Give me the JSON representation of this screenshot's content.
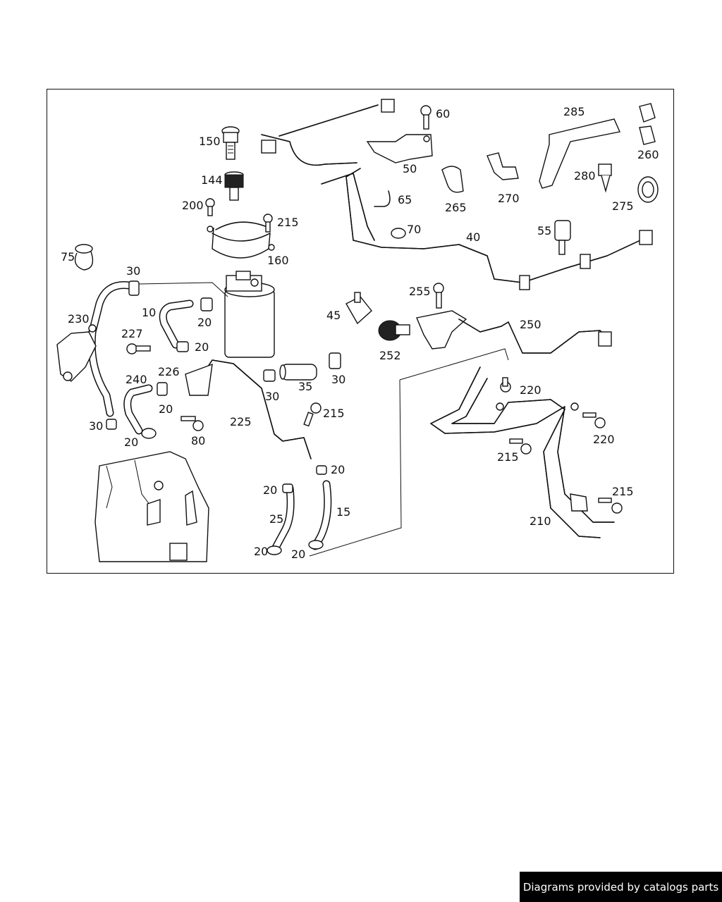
{
  "diagram": {
    "labels": [
      {
        "id": "l150",
        "text": "150"
      },
      {
        "id": "l144",
        "text": "144"
      },
      {
        "id": "l200",
        "text": "200"
      },
      {
        "id": "l215a",
        "text": "215"
      },
      {
        "id": "l160",
        "text": "160"
      },
      {
        "id": "l75",
        "text": "75"
      },
      {
        "id": "l30a",
        "text": "30"
      },
      {
        "id": "l10",
        "text": "10"
      },
      {
        "id": "l20a",
        "text": "20"
      },
      {
        "id": "l230",
        "text": "230"
      },
      {
        "id": "l227",
        "text": "227"
      },
      {
        "id": "l20b",
        "text": "20"
      },
      {
        "id": "l226",
        "text": "226"
      },
      {
        "id": "l240",
        "text": "240"
      },
      {
        "id": "l20c",
        "text": "20"
      },
      {
        "id": "l30b",
        "text": "30"
      },
      {
        "id": "l20d",
        "text": "20"
      },
      {
        "id": "l80",
        "text": "80"
      },
      {
        "id": "l225",
        "text": "225"
      },
      {
        "id": "l30c",
        "text": "30"
      },
      {
        "id": "l35",
        "text": "35"
      },
      {
        "id": "l30d",
        "text": "30"
      },
      {
        "id": "l215b",
        "text": "215"
      },
      {
        "id": "l20e",
        "text": "20"
      },
      {
        "id": "l20f",
        "text": "20"
      },
      {
        "id": "l25",
        "text": "25"
      },
      {
        "id": "l15",
        "text": "15"
      },
      {
        "id": "l20g",
        "text": "20"
      },
      {
        "id": "l20h",
        "text": "20"
      },
      {
        "id": "l60",
        "text": "60"
      },
      {
        "id": "l50",
        "text": "50"
      },
      {
        "id": "l65",
        "text": "65"
      },
      {
        "id": "l70",
        "text": "70"
      },
      {
        "id": "l265",
        "text": "265"
      },
      {
        "id": "l270",
        "text": "270"
      },
      {
        "id": "l285",
        "text": "285"
      },
      {
        "id": "l260",
        "text": "260"
      },
      {
        "id": "l280",
        "text": "280"
      },
      {
        "id": "l275",
        "text": "275"
      },
      {
        "id": "l40",
        "text": "40"
      },
      {
        "id": "l55",
        "text": "55"
      },
      {
        "id": "l45",
        "text": "45"
      },
      {
        "id": "l255",
        "text": "255"
      },
      {
        "id": "l252",
        "text": "252"
      },
      {
        "id": "l250",
        "text": "250"
      },
      {
        "id": "l220a",
        "text": "220"
      },
      {
        "id": "l220b",
        "text": "220"
      },
      {
        "id": "l215c",
        "text": "215"
      },
      {
        "id": "l215d",
        "text": "215"
      },
      {
        "id": "l210",
        "text": "210"
      }
    ]
  },
  "footer": {
    "credit": "Diagrams provided by catalogs parts"
  }
}
